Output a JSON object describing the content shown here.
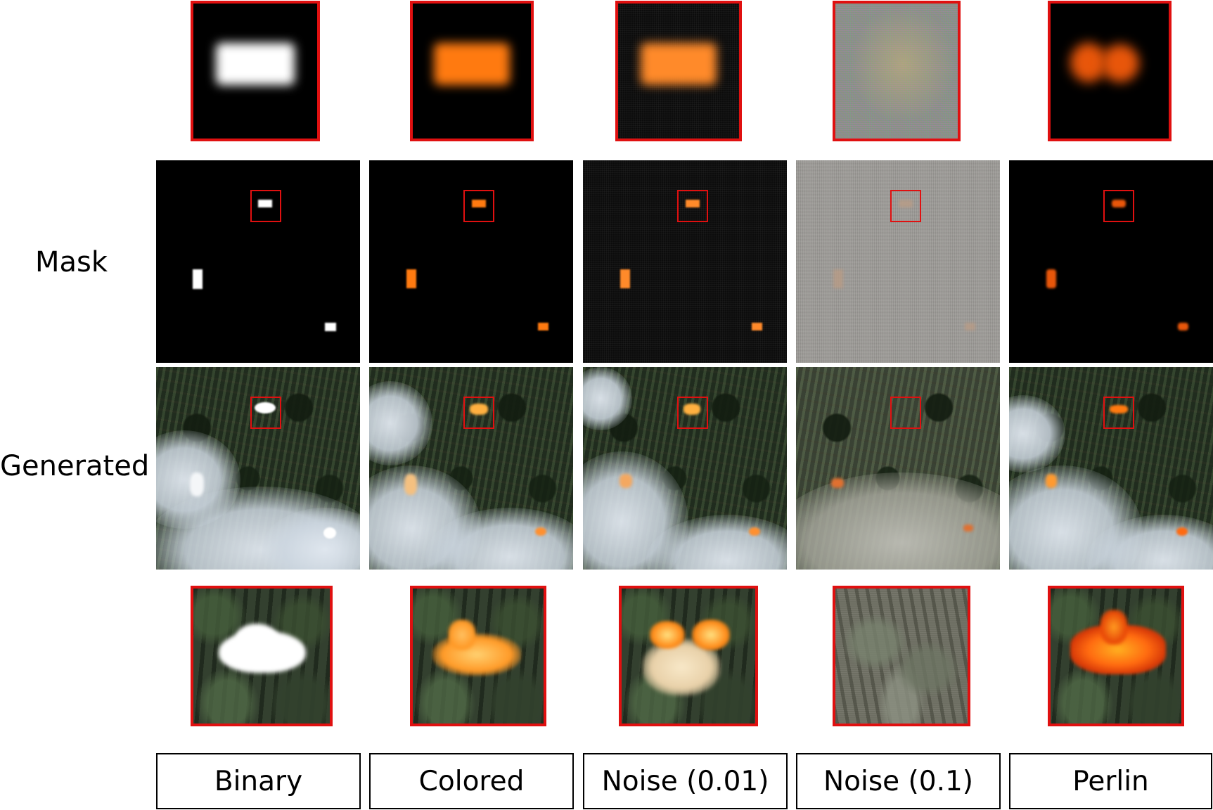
{
  "row_labels": {
    "mask": "Mask",
    "generated": "Generated"
  },
  "columns": [
    {
      "caption": "Binary"
    },
    {
      "caption": "Colored"
    },
    {
      "caption": "Noise (0.01)"
    },
    {
      "caption": "Noise (0.1)"
    },
    {
      "caption": "Perlin"
    }
  ],
  "colors": {
    "highlight_border": "#e01010",
    "fire_orange": "#ff7a10",
    "binary_white": "#ffffff"
  }
}
